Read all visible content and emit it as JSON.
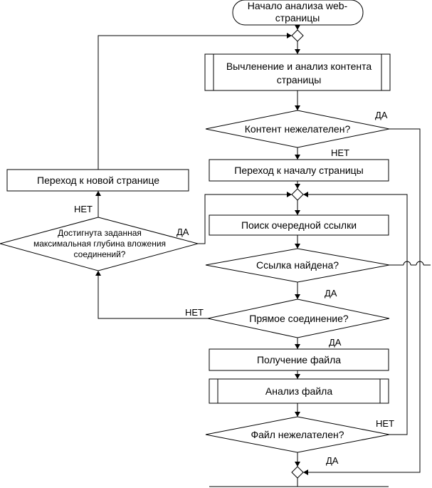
{
  "diagram": {
    "start_line1": "Начало анализа web-",
    "start_line2": "страницы",
    "extract_line1": "Вычленение и анализ контента",
    "extract_line2": "страницы",
    "content_unwanted": "Контент нежелателен?",
    "go_to_page_start": "Переход к началу страницы",
    "find_next_link": "Поиск очередной ссылки",
    "link_found": "Ссылка найдена?",
    "direct_connection": "Прямое соединение?",
    "get_file": "Получение файла",
    "analyze_file": "Анализ файла",
    "file_unwanted": "Файл нежелателен?",
    "new_page": "Переход к новой странице",
    "depth_line1": "Достигнута заданная",
    "depth_line2": "максимальная глубина вложения",
    "depth_line3": "соединений?",
    "yes": "ДА",
    "no": "НЕТ"
  }
}
